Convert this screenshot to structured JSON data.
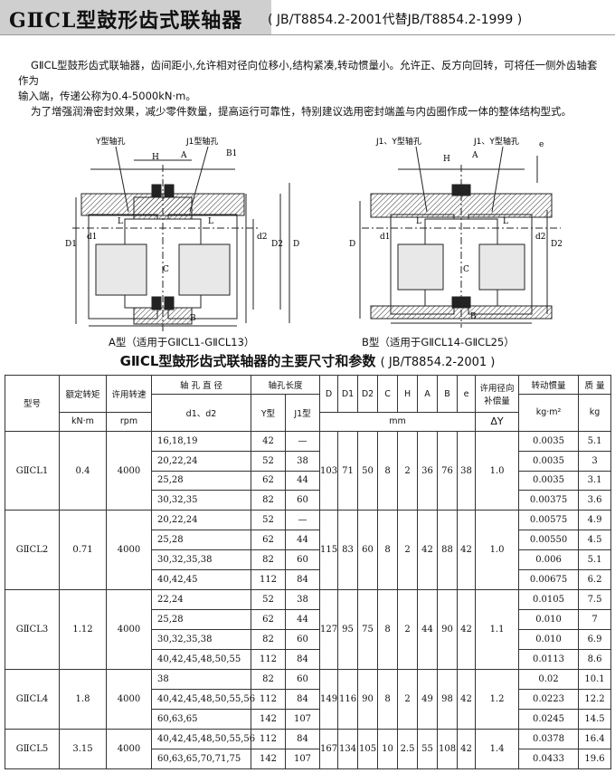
{
  "header": {
    "title": "GⅡCL型鼓形齿式联轴器",
    "standard": "( JB/T8854.2-2001代替JB/T8854.2-1999 )"
  },
  "intro": {
    "p1a": "GⅡCL型鼓形齿式联轴器，齿间距小,允许相对径向位移小,结构紧凑,转动惯量小。允许正、反方向回转，可将任一侧外齿轴套作为",
    "p1b": "输入端，传递公称为0.4-5000kN·m。",
    "p2": "为了增强润滑密封效果，减少零件数量，提高运行可靠性，特别建议选用密封端盖与内齿圈作成一体的整体结构型式。"
  },
  "diagram": {
    "a_hole1": "Y型轴孔",
    "a_hole2": "J1型轴孔",
    "b_hole1": "J1、Y型轴孔",
    "b_hole2": "J1、Y型轴孔",
    "lbl_H": "H",
    "lbl_A": "A",
    "lbl_B1": "B1",
    "lbl_L": "L",
    "lbl_D": "D",
    "lbl_D1": "D1",
    "lbl_D2": "D2",
    "lbl_d1": "d1",
    "lbl_d2": "d2",
    "lbl_C": "C",
    "lbl_B": "B",
    "lbl_e": "e",
    "caption_a": "A型（适用于GⅡCL1-GⅡCL13）",
    "caption_b": "B型（适用于GⅡCL14-GⅡCL25）"
  },
  "table_title": {
    "main": "GⅡCL型鼓形齿式联轴器的主要尺寸和参数",
    "std": "( JB/T8854.2-2001 )"
  },
  "table": {
    "h_model": "型号",
    "h_torque": "额定转矩",
    "h_torque_unit": "kN·m",
    "h_speed": "许用转速",
    "h_speed_unit": "rpm",
    "h_bore": "轴 孔 直 径",
    "h_bore_sub": "d1、d2",
    "h_len": "轴孔长度",
    "h_len_y": "Y型",
    "h_len_j": "J1型",
    "h_mm": "mm",
    "h_D": "D",
    "h_D1": "D1",
    "h_D2": "D2",
    "h_C": "C",
    "h_H": "H",
    "h_A": "A",
    "h_B": "B",
    "h_e": "e",
    "h_disp1": "许用径向",
    "h_disp2": "补偿量",
    "h_disp_unit": "ΔY",
    "h_inertia": "转动惯量",
    "h_inertia_unit": "kg·m²",
    "h_mass": "质 量",
    "h_mass_unit": "kg",
    "groups": [
      {
        "model": "GⅡCL1",
        "torque": "0.4",
        "speed": "4000",
        "D": "103",
        "D1": "71",
        "D2": "50",
        "C": "8",
        "H": "2",
        "A": "36",
        "B": "76",
        "e": "38",
        "dy": "1.0",
        "rows": [
          {
            "bore": "16,18,19",
            "y": "42",
            "j": "—",
            "inertia": "0.0035",
            "mass": "5.1"
          },
          {
            "bore": "20,22,24",
            "y": "52",
            "j": "38",
            "inertia": "0.0035",
            "mass": "3"
          },
          {
            "bore": "25,28",
            "y": "62",
            "j": "44",
            "inertia": "0.0035",
            "mass": "3.1"
          },
          {
            "bore": "30,32,35",
            "y": "82",
            "j": "60",
            "inertia": "0.00375",
            "mass": "3.6"
          }
        ]
      },
      {
        "model": "GⅡCL2",
        "torque": "0.71",
        "speed": "4000",
        "D": "115",
        "D1": "83",
        "D2": "60",
        "C": "8",
        "H": "2",
        "A": "42",
        "B": "88",
        "e": "42",
        "dy": "1.0",
        "rows": [
          {
            "bore": "20,22,24",
            "y": "52",
            "j": "—",
            "inertia": "0.00575",
            "mass": "4.9"
          },
          {
            "bore": "25,28",
            "y": "62",
            "j": "44",
            "inertia": "0.00550",
            "mass": "4.5"
          },
          {
            "bore": "30,32,35,38",
            "y": "82",
            "j": "60",
            "inertia": "0.006",
            "mass": "5.1"
          },
          {
            "bore": "40,42,45",
            "y": "112",
            "j": "84",
            "inertia": "0.00675",
            "mass": "6.2"
          }
        ]
      },
      {
        "model": "GⅡCL3",
        "torque": "1.12",
        "speed": "4000",
        "D": "127",
        "D1": "95",
        "D2": "75",
        "C": "8",
        "H": "2",
        "A": "44",
        "B": "90",
        "e": "42",
        "dy": "1.1",
        "rows": [
          {
            "bore": "22,24",
            "y": "52",
            "j": "38",
            "inertia": "0.0105",
            "mass": "7.5"
          },
          {
            "bore": "25,28",
            "y": "62",
            "j": "44",
            "inertia": "0.010",
            "mass": "7"
          },
          {
            "bore": "30,32,35,38",
            "y": "82",
            "j": "60",
            "inertia": "0.010",
            "mass": "6.9"
          },
          {
            "bore": "40,42,45,48,50,55",
            "y": "112",
            "j": "84",
            "inertia": "0.0113",
            "mass": "8.6"
          }
        ]
      },
      {
        "model": "GⅡCL4",
        "torque": "1.8",
        "speed": "4000",
        "D": "149",
        "D1": "116",
        "D2": "90",
        "C": "8",
        "H": "2",
        "A": "49",
        "B": "98",
        "e": "42",
        "dy": "1.2",
        "rows": [
          {
            "bore": "38",
            "y": "82",
            "j": "60",
            "inertia": "0.02",
            "mass": "10.1"
          },
          {
            "bore": "40,42,45,48,50,55,56",
            "y": "112",
            "j": "84",
            "inertia": "0.0223",
            "mass": "12.2"
          },
          {
            "bore": "60,63,65",
            "y": "142",
            "j": "107",
            "inertia": "0.0245",
            "mass": "14.5"
          }
        ]
      },
      {
        "model": "GⅡCL5",
        "torque": "3.15",
        "speed": "4000",
        "D": "167",
        "D1": "134",
        "D2": "105",
        "C": "10",
        "H": "2.5",
        "A": "55",
        "B": "108",
        "e": "42",
        "dy": "1.4",
        "rows": [
          {
            "bore": "40,42,45,48,50,55,56",
            "y": "112",
            "j": "84",
            "inertia": "0.0378",
            "mass": "16.4"
          },
          {
            "bore": "60,63,65,70,71,75",
            "y": "142",
            "j": "107",
            "inertia": "0.0433",
            "mass": "19.6"
          }
        ]
      }
    ]
  }
}
